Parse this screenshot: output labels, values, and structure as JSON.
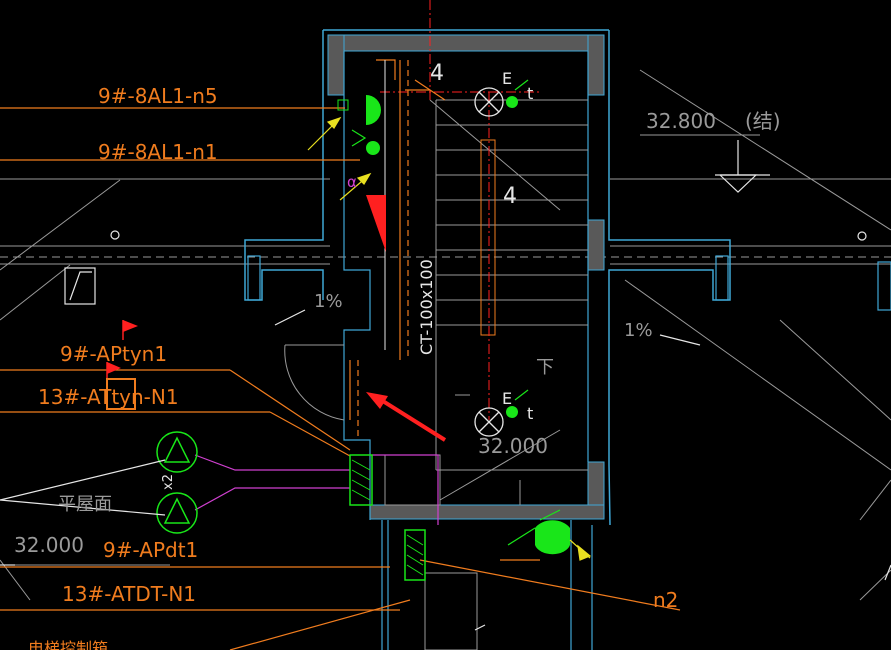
{
  "drawing": {
    "colors": {
      "background": "#000000",
      "wall": "#3fa7d6",
      "wall_fill": "#595959",
      "orange": "#f07c1e",
      "green": "#19e619",
      "red": "#ff2020",
      "white": "#e6e6e6",
      "gray": "#9a9a9a",
      "magenta": "#d040d0",
      "yellow": "#e8e020"
    },
    "labels": {
      "tag_8al1_n5": "9#-8AL1-n5",
      "tag_8al1_n1": "9#-8AL1-n1",
      "tag_aptyn1": "9#-APtyn1",
      "tag_attyn_n1": "13#-ATtyn-N1",
      "tag_apdt1": "9#-APdt1",
      "tag_atdt_n1": "13#-ATDT-N1",
      "tag_n2": "n2",
      "elev_top": "32.800",
      "elev_struct": "(结)",
      "elev_stair": "32.000",
      "elev_left": "32.000",
      "slope_left": "1%",
      "slope_right": "1%",
      "roof_plane": "平屋面",
      "cable_tray": "CT-100x100",
      "mark_4_top": "4",
      "mark_4_mid": "4",
      "mark_e_top": "E",
      "mark_t_top": "t",
      "mark_e_bot": "E",
      "mark_t_bot": "t",
      "mark_down": "下",
      "mark_a": "α",
      "mark_x2": "x2",
      "bottom_partial": "电梯控制箱"
    },
    "icons": [
      "fan-icon",
      "fan-icon",
      "light-fixture-icon",
      "light-fixture-icon",
      "green-lamp-icon",
      "red-flag-icon",
      "red-flag-icon",
      "red-arrow-icon",
      "distribution-box-icon"
    ]
  }
}
